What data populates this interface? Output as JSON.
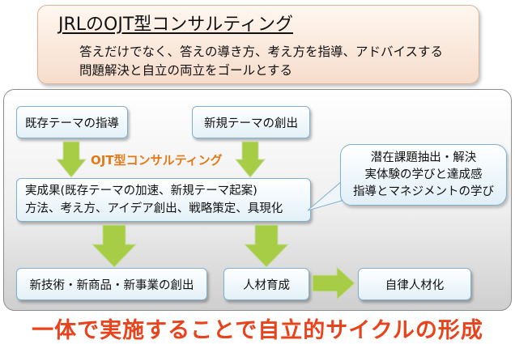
{
  "header": {
    "title": "JRLのOJT型コンサルティング",
    "line1": "答えだけでなく、答えの導き方、考え方を指導、アドバイスする",
    "line2": "問題解決と自立の両立をゴールとする"
  },
  "nodes": {
    "existing_theme": "既存テーマの指導",
    "new_theme": "新規テーマの創出",
    "results_line1": "実成果(既存テーマの加速、新規テーマ起案)",
    "results_line2": "方法、考え方、アイデア創出、戦略策定、具現化",
    "new_business": "新技術・新商品・新事業の創出",
    "hr_development": "人材育成",
    "autonomous": "自律人材化"
  },
  "ojt_label": "OJT型コンサルティング",
  "bubble": {
    "line1": "潜在課題抽出・解決",
    "line2": "実体験の学びと達成感",
    "line3": "指導とマネジメントの学び"
  },
  "footer": "一体で実施することで自立的サイクルの形成",
  "colors": {
    "arrow_fill": "#a6cd45",
    "accent_orange": "#e27a18",
    "footer_red": "#e8431c",
    "node_border": "#7fb0cf"
  }
}
